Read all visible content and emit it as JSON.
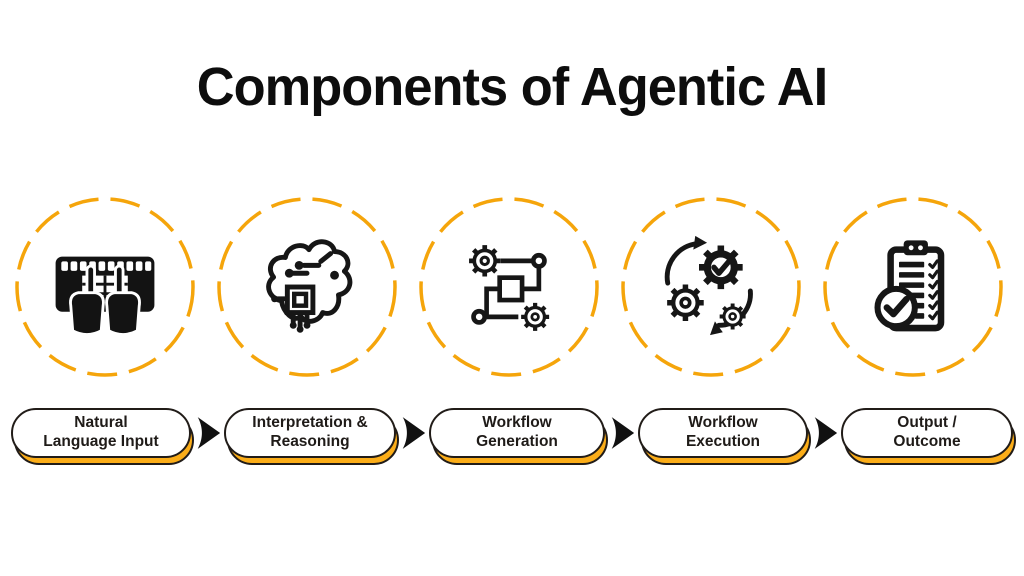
{
  "title": "Components of Agentic AI",
  "colors": {
    "background": "#ffffff",
    "outline": "#211c18",
    "dash_ring": "#f5a50b",
    "pill_shadow": "#fbad18",
    "arrow": "#111111",
    "text": "#1f1b18"
  },
  "connector_icon": "right-arrow-icon",
  "steps": [
    {
      "icon": "keyboard-typing-icon",
      "line1": "Natural",
      "line2": "Language Input"
    },
    {
      "icon": "ai-brain-circuit-icon",
      "line1": "Interpretation &",
      "line2": "Reasoning"
    },
    {
      "icon": "workflow-nodes-gears-icon",
      "line1": "Workflow",
      "line2": "Generation"
    },
    {
      "icon": "rotating-gears-check-icon",
      "line1": "Workflow",
      "line2": "Execution"
    },
    {
      "icon": "checklist-clipboard-icon",
      "line1": "Output /",
      "line2": "Outcome"
    }
  ]
}
